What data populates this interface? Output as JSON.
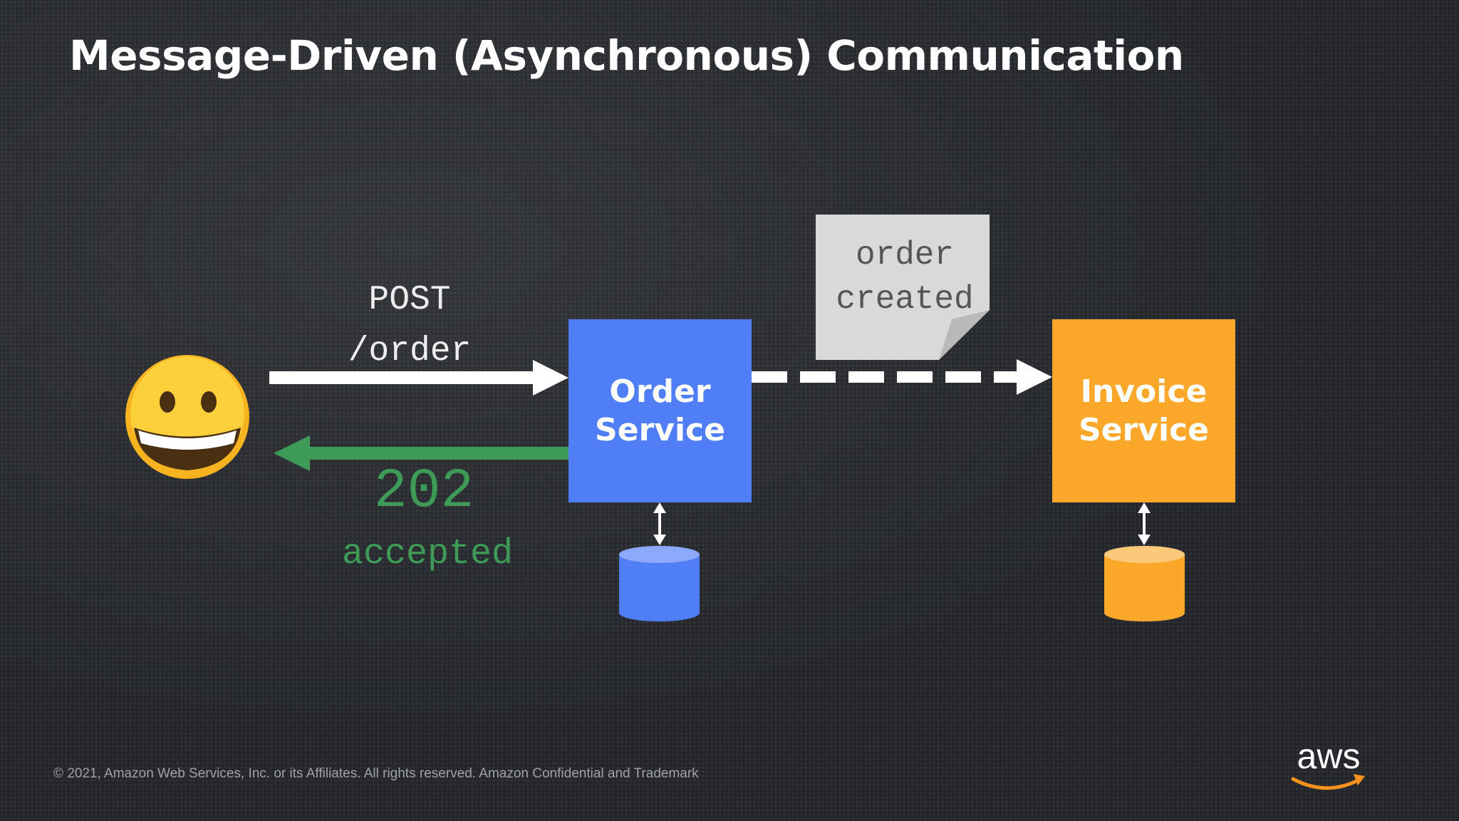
{
  "slide": {
    "title": "Message-Driven (Asynchronous) Communication",
    "footer": "© 2021, Amazon Web Services, Inc. or its Affiliates. All rights reserved. Amazon Confidential and Trademark"
  },
  "diagram": {
    "client": {
      "icon": "grinning-face-icon"
    },
    "request": {
      "label": "POST\n/order",
      "color": "#ffffff"
    },
    "response": {
      "code": "202",
      "text": "accepted",
      "color": "#3e9a57"
    },
    "order_service": {
      "label": "Order\nService",
      "color": "#4f7ef6"
    },
    "invoice_service": {
      "label": "Invoice\nService",
      "color": "#fba72a"
    },
    "event": {
      "label": "order\ncreated",
      "color": "#d9d9d9"
    },
    "databases": [
      {
        "owner": "Order Service",
        "color": "#4f7ef6"
      },
      {
        "owner": "Invoice Service",
        "color": "#fba72a"
      }
    ]
  },
  "logo": {
    "text": "aws",
    "smile_color": "#f7921d"
  }
}
